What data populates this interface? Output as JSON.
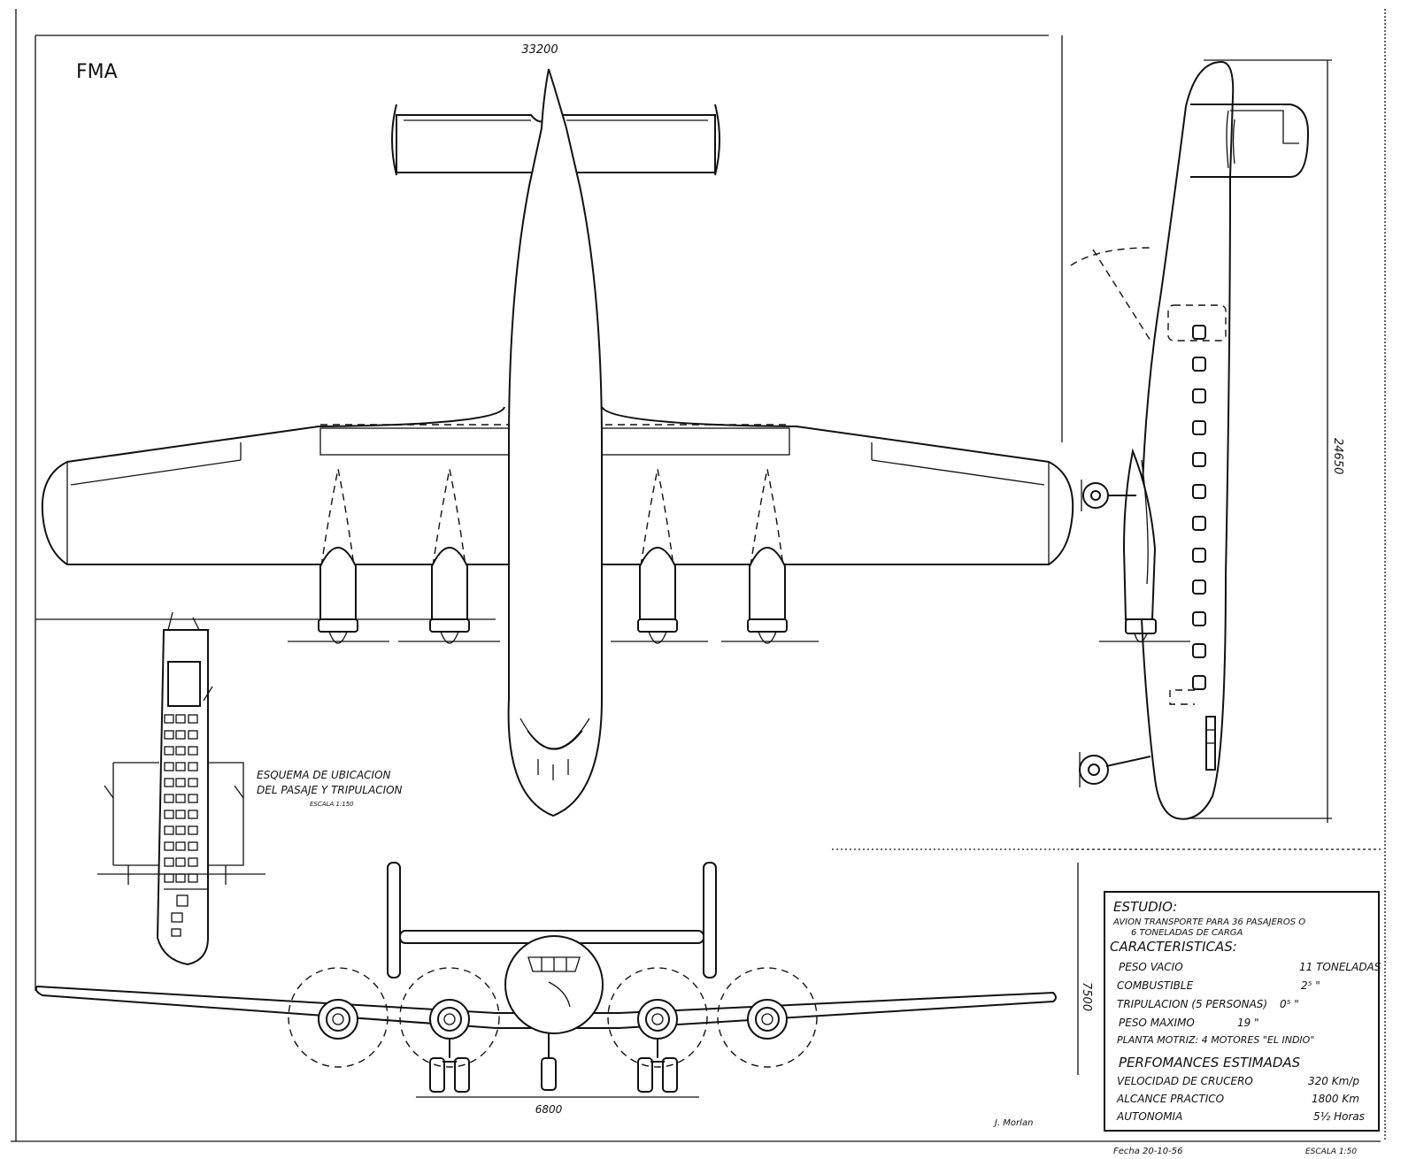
{
  "badge": "FMA",
  "dimensions": {
    "span": "33200",
    "length": "24650",
    "height": "7500",
    "track": "6800"
  },
  "cabin_scheme": {
    "title_line1": "ESQUEMA DE UBICACION",
    "title_line2": "DEL PASAJE Y TRIPULACION",
    "scale": "ESCALA 1:150"
  },
  "title_block": {
    "estudio_label": "ESTUDIO:",
    "estudio_line1": "AVION TRANSPORTE PARA 36 PASAJEROS O",
    "estudio_line2": "6 TONELADAS DE CARGA",
    "caracteristicas_label": "CARACTERISTICAS:",
    "specs": [
      {
        "label": "PESO VACIO",
        "value": "11 TONELADAS"
      },
      {
        "label": "COMBUSTIBLE",
        "value": "2⁵   \""
      },
      {
        "label": "TRIPULACION (5 PERSONAS)",
        "value": "0⁵   \""
      },
      {
        "label": "PESO MAXIMO",
        "value": "19   \""
      },
      {
        "label": "PLANTA MOTRIZ: 4 MOTORES \"EL INDIO\"",
        "value": ""
      }
    ],
    "performance_label": "PERFOMANCES ESTIMADAS",
    "performance": [
      {
        "label": "VELOCIDAD DE   CRUCERO",
        "value": "320 Km/p"
      },
      {
        "label": "ALCANCE PRACTICO",
        "value": "1800 Km"
      },
      {
        "label": "AUTONOMIA",
        "value": "5½ Horas"
      }
    ]
  },
  "footer": {
    "signature": "J. Morlan",
    "date": "Fecha 20-10-56",
    "scale": "ESCALA 1:50"
  }
}
